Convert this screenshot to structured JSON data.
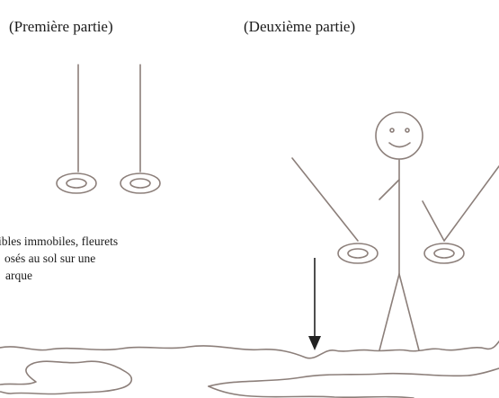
{
  "titles": {
    "part1": "(Première partie)",
    "part2": "(Deuxième partie)"
  },
  "caption": {
    "line1": "ibles immobiles, fleurets",
    "line2": "osés au sol  sur une",
    "line3": "arque"
  },
  "colors": {
    "stroke": "#8c7f7a",
    "text": "#1a1a1a",
    "arrow": "#222222"
  }
}
